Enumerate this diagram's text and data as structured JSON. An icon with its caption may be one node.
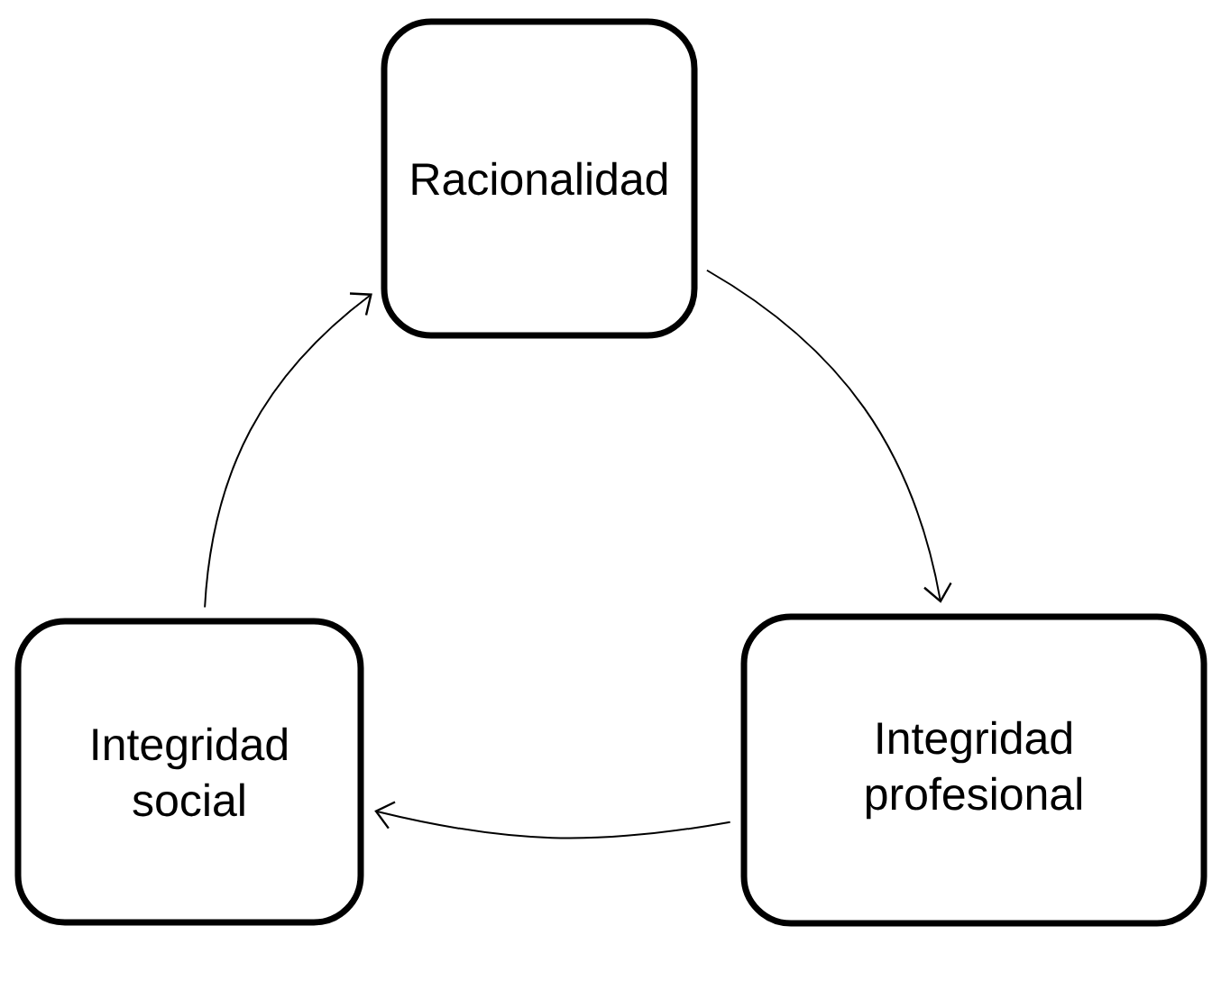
{
  "diagram": {
    "nodes": [
      {
        "text": [
          "Racionalidad"
        ]
      },
      {
        "text": [
          "Integridad social"
        ]
      },
      {
        "text": [
          "Integridad profesional"
        ]
      }
    ],
    "edges": [
      {
        "from": 0,
        "to": 2,
        "arrow": "to"
      },
      {
        "from": 2,
        "to": 1,
        "arrow": "to"
      },
      {
        "from": 1,
        "to": 0,
        "arrow": "to"
      }
    ]
  }
}
